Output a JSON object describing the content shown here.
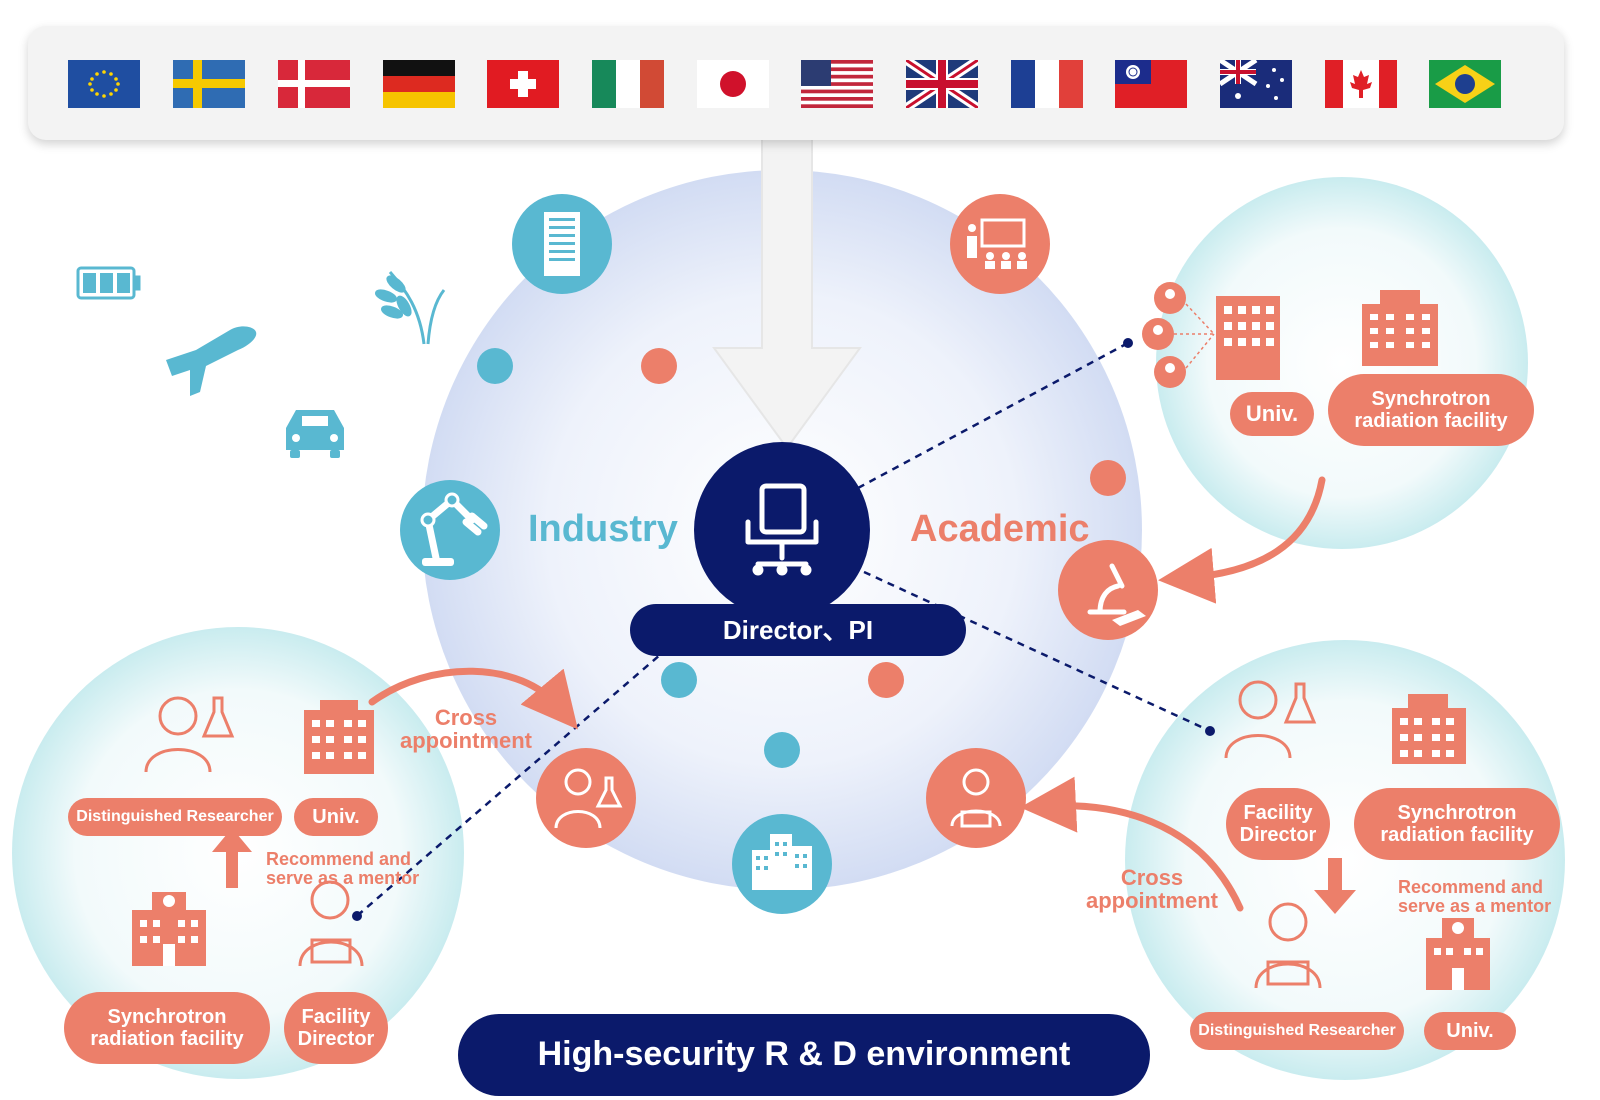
{
  "flags": [
    {
      "icon": "eu-flag-icon"
    },
    {
      "icon": "sweden-flag-icon"
    },
    {
      "icon": "denmark-flag-icon"
    },
    {
      "icon": "germany-flag-icon"
    },
    {
      "icon": "switzerland-flag-icon"
    },
    {
      "icon": "italy-flag-icon"
    },
    {
      "icon": "japan-flag-icon"
    },
    {
      "icon": "usa-flag-icon"
    },
    {
      "icon": "uk-flag-icon"
    },
    {
      "icon": "france-flag-icon"
    },
    {
      "icon": "taiwan-flag-icon"
    },
    {
      "icon": "australia-flag-icon"
    },
    {
      "icon": "canada-flag-icon"
    },
    {
      "icon": "brazil-flag-icon"
    }
  ],
  "center": {
    "industry": "Industry",
    "academic": "Academic",
    "director": "Director、PI",
    "bottom_title": "High-security R & D environment"
  },
  "top_right": {
    "univ": "Univ.",
    "synchrotron": "Synchrotron\nradiation facility"
  },
  "bottom_left": {
    "distinguished": "Distinguished Researcher",
    "univ": "Univ.",
    "recommend": "Recommend and\nserve as a mentor",
    "synchrotron": "Synchrotron\nradiation facility",
    "facility_director": "Facility\nDirector",
    "cross": "Cross\nappointment"
  },
  "bottom_right": {
    "facility_director": "Facility\nDirector",
    "synchrotron": "Synchrotron\nradiation facility",
    "recommend": "Recommend and\nserve as a mentor",
    "distinguished": "Distinguished Researcher",
    "univ": "Univ.",
    "cross": "Cross\nappointment"
  },
  "colors": {
    "navy": "#0b1a6b",
    "coral": "#ec7f6a",
    "teal": "#59b8d1",
    "light_teal": "#cdeef0"
  }
}
